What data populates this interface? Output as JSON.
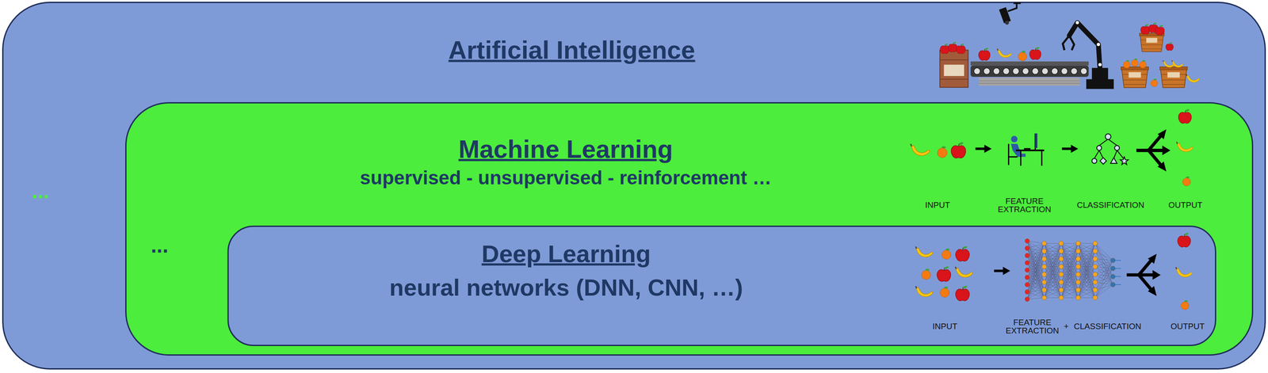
{
  "diagram": {
    "nodes": [
      {
        "text": [
          "Artificial Intelligence"
        ]
      },
      {
        "text": [
          "Machine Learning",
          "supervised - unsupervised - reinforcement …"
        ],
        "in": 0
      },
      {
        "text": [
          "Deep Learning",
          "neural networks (DNN, CNN, …)"
        ],
        "in": 1
      }
    ],
    "labels": [
      "...",
      "...",
      "INPUT",
      "FEATURE EXTRACTION",
      "CLASSIFICATION",
      "OUTPUT",
      "INPUT",
      "FEATURE EXTRACTION",
      "+",
      "CLASSIFICATION",
      "OUTPUT"
    ]
  }
}
